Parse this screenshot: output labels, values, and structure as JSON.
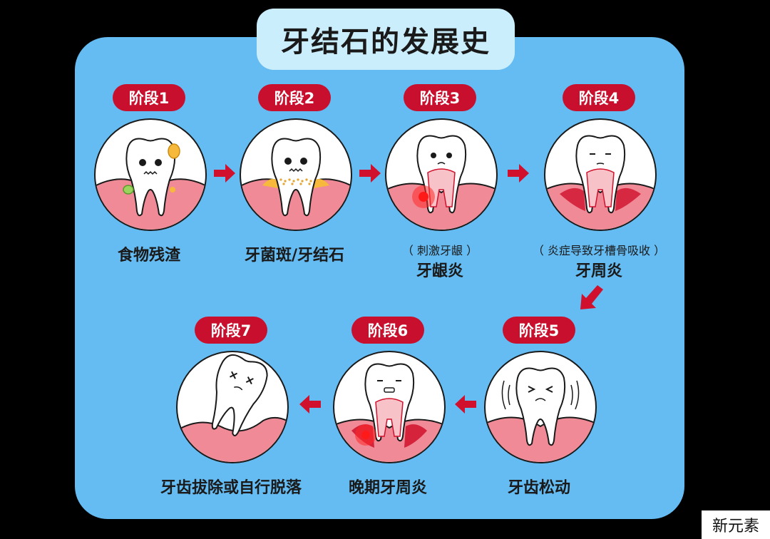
{
  "title": "牙结石的发展史",
  "colors": {
    "panel": "#65bcf3",
    "title_pill": "#cbeefc",
    "stage_label": "#c8102e",
    "arrow": "#d0102c",
    "gum": "#f08a96",
    "tooth": "#ffffff"
  },
  "stages": [
    {
      "label": "阶段1",
      "subcaption": "",
      "caption": "食物残渣",
      "icon": "tooth-food-debris-icon"
    },
    {
      "label": "阶段2",
      "subcaption": "",
      "caption": "牙菌斑/牙结石",
      "icon": "tooth-plaque-icon"
    },
    {
      "label": "阶段3",
      "subcaption": "（ 刺激牙龈 ）",
      "caption": "牙龈炎",
      "icon": "tooth-gingivitis-icon"
    },
    {
      "label": "阶段4",
      "subcaption": "（ 炎症导致牙槽骨吸收 ）",
      "caption": "牙周炎",
      "icon": "tooth-periodontitis-icon"
    },
    {
      "label": "阶段5",
      "subcaption": "",
      "caption": "牙齿松动",
      "icon": "tooth-loose-icon"
    },
    {
      "label": "阶段6",
      "subcaption": "",
      "caption": "晚期牙周炎",
      "icon": "tooth-late-periodontitis-icon"
    },
    {
      "label": "阶段7",
      "subcaption": "",
      "caption": "牙齿拔除或自行脱落",
      "icon": "tooth-falling-out-icon"
    }
  ],
  "watermark": "新元素"
}
